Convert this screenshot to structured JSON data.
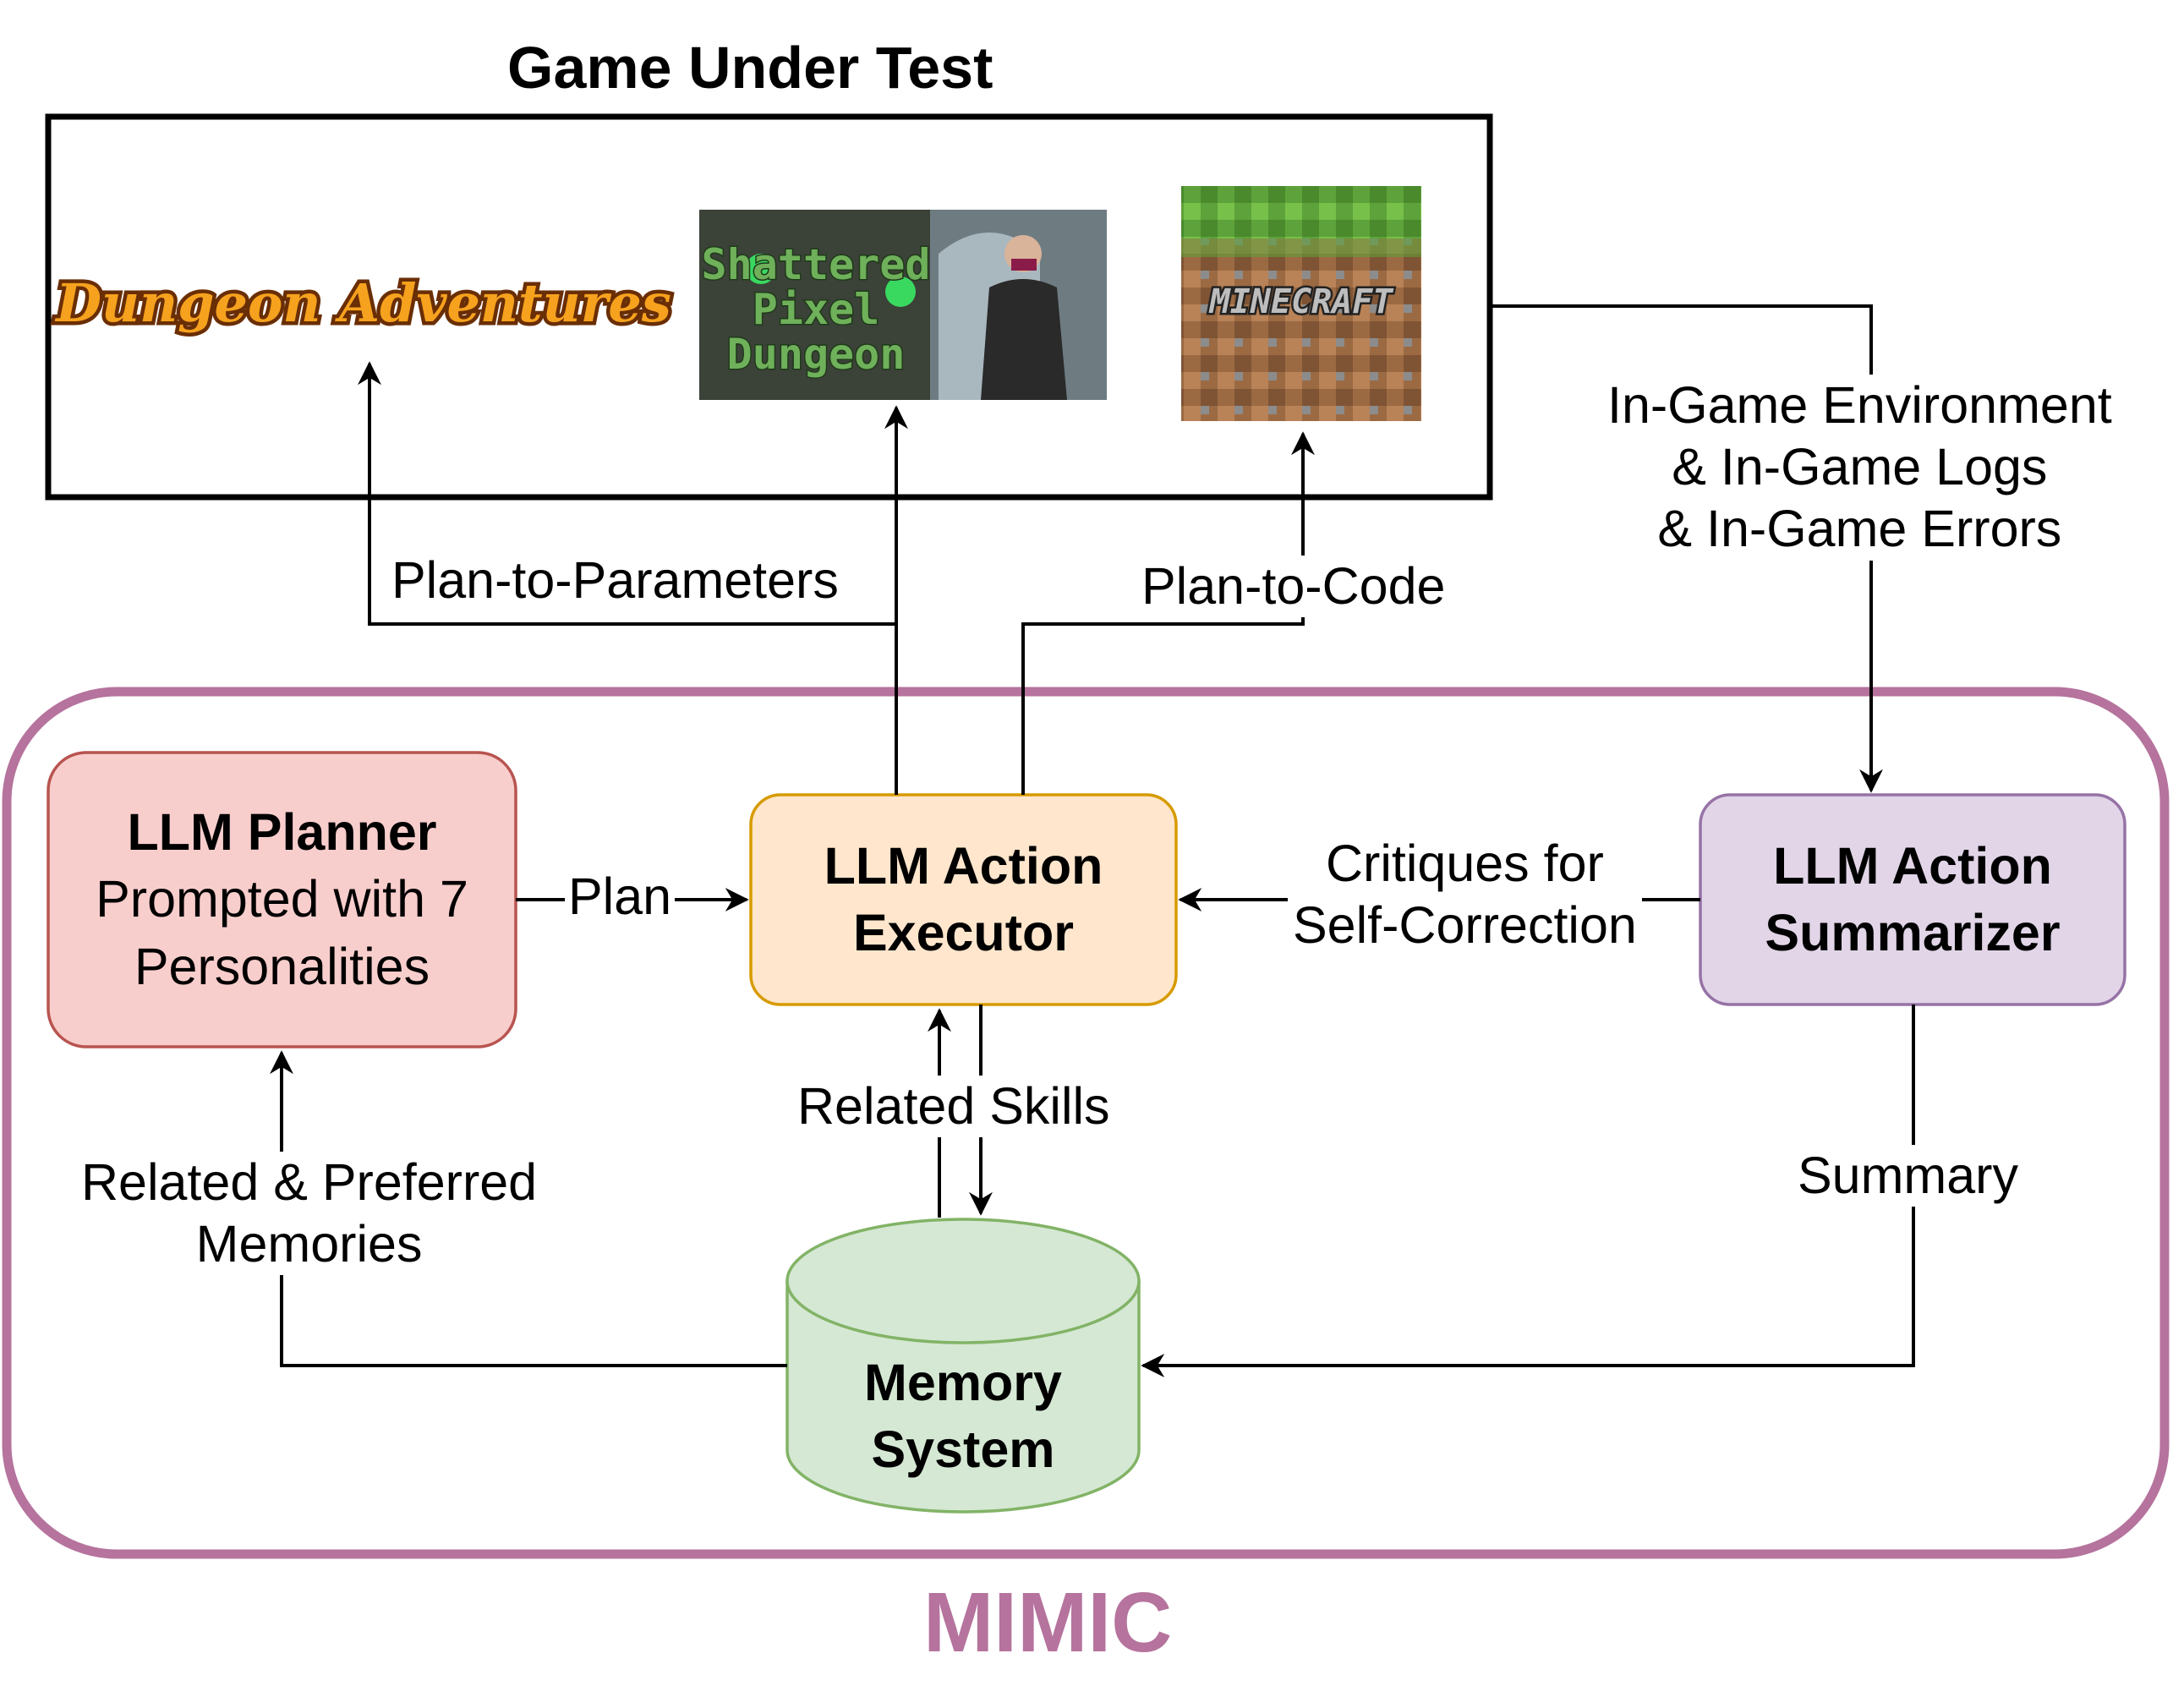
{
  "game_under_test": {
    "title": "Game Under Test",
    "games": [
      {
        "name": "Dungeon Adventures",
        "logo_text": "Dungeon Adventures"
      },
      {
        "name": "Shattered Pixel Dungeon",
        "logo_text": "Shattered Pixel Dungeon"
      },
      {
        "name": "Minecraft",
        "logo_text": "MINECRAFT"
      }
    ]
  },
  "mimic": {
    "title": "MIMIC",
    "color": "#B5739D"
  },
  "nodes": {
    "planner": {
      "title": "LLM Planner",
      "line1": "Prompted with 7",
      "line2": "Personalities",
      "fill": "#F8CECC",
      "stroke": "#B85450"
    },
    "executor": {
      "line1": "LLM Action",
      "line2": "Executor",
      "fill": "#FFE6CC",
      "stroke": "#D79B00"
    },
    "summarizer": {
      "line1": "LLM Action",
      "line2": "Summarizer",
      "fill": "#E1D5E7",
      "stroke": "#9673A6"
    },
    "memory": {
      "line1": "Memory",
      "line2": "System",
      "fill": "#D5E8D4",
      "stroke": "#82B366"
    }
  },
  "edges": {
    "plan_to_parameters": "Plan-to-Parameters",
    "plan_to_code": "Plan-to-Code",
    "in_game_1": "In-Game Environment",
    "in_game_2": "& In-Game Logs",
    "in_game_3": "& In-Game Errors",
    "plan": "Plan",
    "critiques_1": "Critiques for",
    "critiques_2": "Self-Correction",
    "related_skills": "Related Skills",
    "memories_1": "Related & Preferred",
    "memories_2": "Memories",
    "summary": "Summary"
  }
}
